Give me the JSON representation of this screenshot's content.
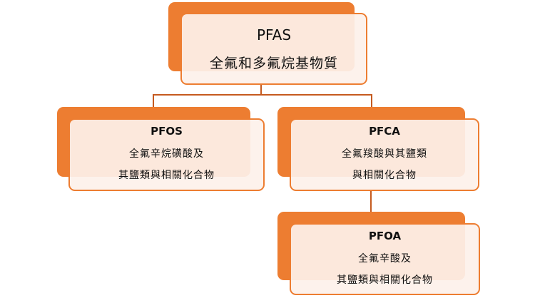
{
  "diagram": {
    "root": {
      "title": "PFAS",
      "lines": [
        "全氟和多氟烷基物質"
      ]
    },
    "children": [
      {
        "title": "PFOS",
        "lines": [
          "全氟辛烷磺酸及",
          "其鹽類與相關化合物"
        ]
      },
      {
        "title": "PFCA",
        "lines": [
          "全氟羧酸與其鹽類",
          "與相關化合物"
        ],
        "children": [
          {
            "title": "PFOA",
            "lines": [
              "全氟辛酸及",
              "其鹽類與相關化合物"
            ]
          }
        ]
      }
    ],
    "colors": {
      "accent": "#ed7d31",
      "fill": "#fdf1ea",
      "connector": "#c55a1f",
      "text": "#111111"
    }
  }
}
